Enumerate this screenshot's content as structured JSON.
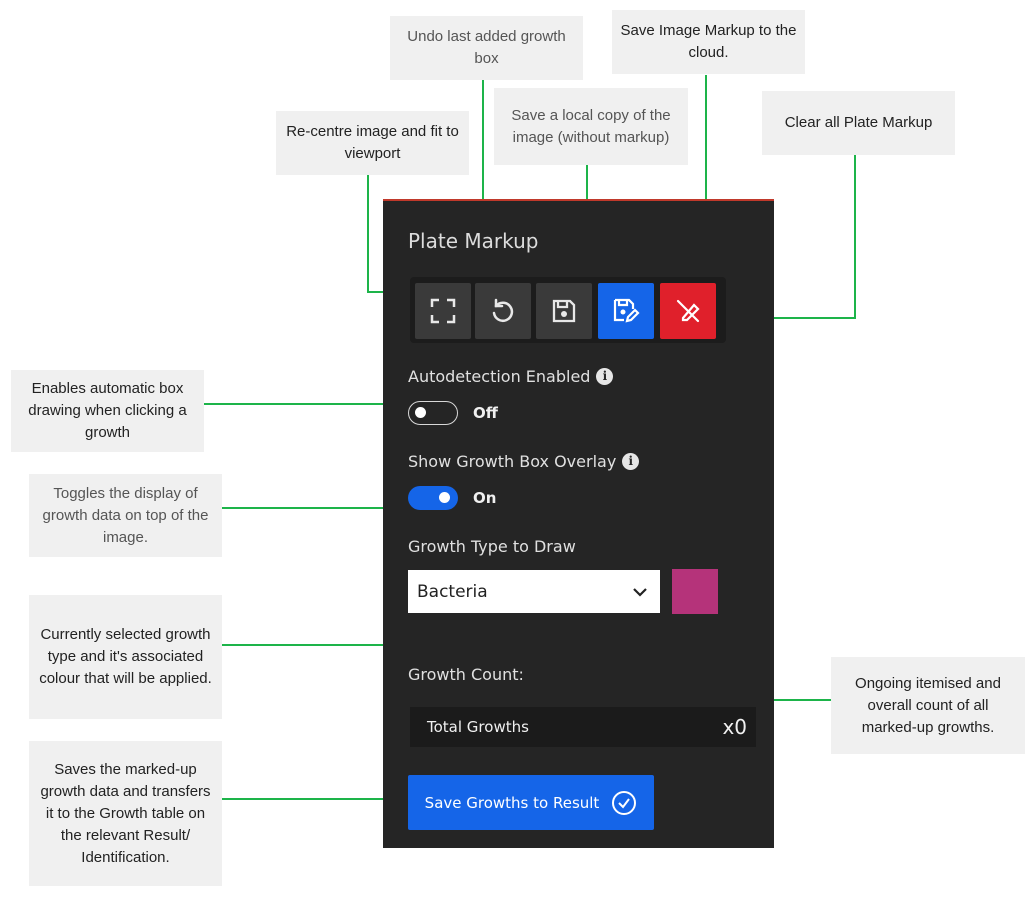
{
  "annotations": {
    "recentre": "Re-centre image and fit to viewport",
    "undo": "Undo last added growth box",
    "save_local": "Save a local copy of the image (without markup)",
    "save_cloud": "Save Image Markup to the cloud.",
    "clear": "Clear all Plate Markup",
    "autodetect": "Enables automatic box drawing when clicking a growth",
    "overlay": "Toggles the display of growth data on top of the image.",
    "growth_type": "Currently selected growth type and it's associated colour that will be applied.",
    "count": "Ongoing itemised and overall count of all marked-up growths.",
    "save_result": "Saves the marked-up growth data and transfers it to the Growth table on the relevant Result/ Identification."
  },
  "panel": {
    "title": "Plate Markup",
    "toolbar": [
      {
        "icon": "fit-viewport-icon"
      },
      {
        "icon": "undo-icon"
      },
      {
        "icon": "floppy-disk-icon"
      },
      {
        "icon": "cloud-save-edit-icon",
        "color": "#1565e8"
      },
      {
        "icon": "eraser-icon",
        "color": "#e0202b"
      }
    ],
    "autodetection": {
      "label": "Autodetection Enabled",
      "state": "Off"
    },
    "overlay": {
      "label": "Show Growth Box Overlay",
      "state": "On"
    },
    "growth_type": {
      "label": "Growth Type to Draw",
      "value": "Bacteria",
      "color": "#b5337a"
    },
    "growth_count": {
      "label": "Growth Count:",
      "total_label": "Total Growths",
      "total_value": "x0"
    },
    "save_button": "Save Growths to Result",
    "accent_color": "#1565e8",
    "border_color": "#c0392b"
  }
}
